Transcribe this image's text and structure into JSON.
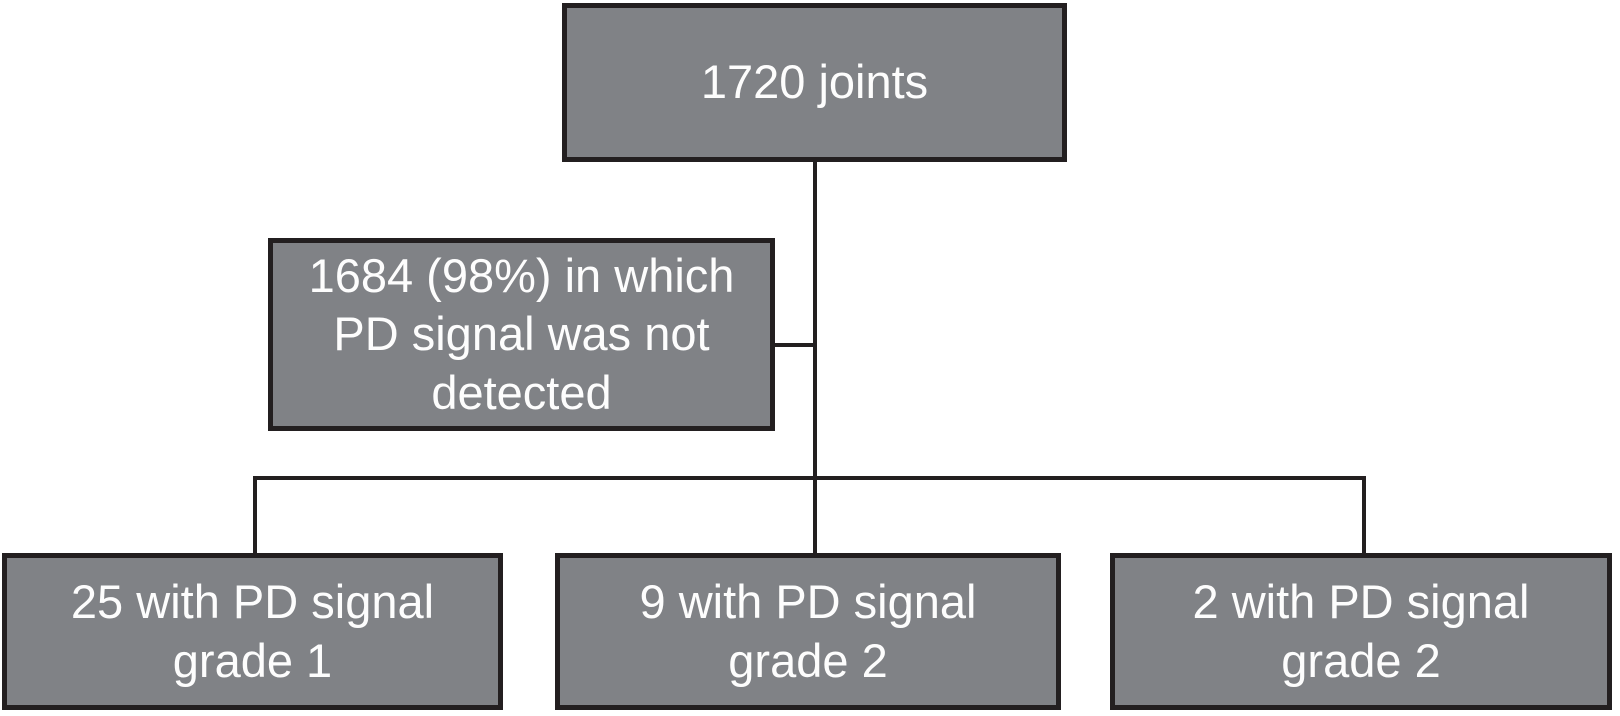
{
  "flowchart": {
    "background_color": "#ffffff",
    "box_fill_color": "#808286",
    "box_border_color": "#231f20",
    "connector_color": "#231f20",
    "text_color": "#fdfdfd",
    "nodes": {
      "root": {
        "label": "1720 joints"
      },
      "excluded": {
        "label": "1684 (98%) in which\nPD signal was not\ndetected"
      },
      "grade1": {
        "label": "25 with PD signal\ngrade 1"
      },
      "grade2a": {
        "label": "9 with PD signal\ngrade 2"
      },
      "grade2b": {
        "label": "2 with PD signal\ngrade 2"
      }
    }
  }
}
